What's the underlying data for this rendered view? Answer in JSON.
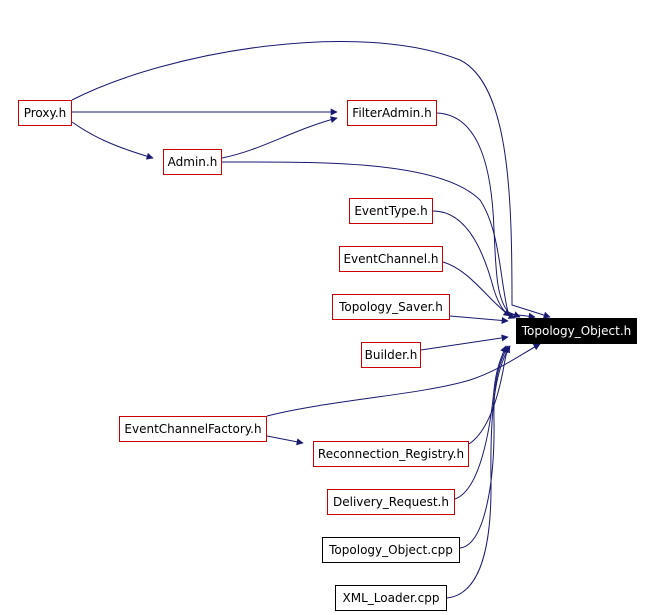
{
  "diagram": {
    "nodes": [
      {
        "id": "proxy",
        "label": "Proxy.h",
        "kind": "linked"
      },
      {
        "id": "filteradmin",
        "label": "FilterAdmin.h",
        "kind": "linked"
      },
      {
        "id": "admin",
        "label": "Admin.h",
        "kind": "linked"
      },
      {
        "id": "eventtype",
        "label": "EventType.h",
        "kind": "linked"
      },
      {
        "id": "eventchannel",
        "label": "EventChannel.h",
        "kind": "linked"
      },
      {
        "id": "topology_saver",
        "label": "Topology_Saver.h",
        "kind": "linked"
      },
      {
        "id": "builder",
        "label": "Builder.h",
        "kind": "linked"
      },
      {
        "id": "eventchannelfactory",
        "label": "EventChannelFactory.h",
        "kind": "linked"
      },
      {
        "id": "reconnection_registry",
        "label": "Reconnection_Registry.h",
        "kind": "linked"
      },
      {
        "id": "delivery_request",
        "label": "Delivery_Request.h",
        "kind": "linked"
      },
      {
        "id": "topology_object_cpp",
        "label": "Topology_Object.cpp",
        "kind": "plain"
      },
      {
        "id": "xml_loader",
        "label": "XML_Loader.cpp",
        "kind": "plain"
      },
      {
        "id": "topology_object_h",
        "label": "Topology_Object.h",
        "kind": "target"
      }
    ],
    "edges": [
      {
        "from": "proxy",
        "to": "filteradmin"
      },
      {
        "from": "proxy",
        "to": "admin"
      },
      {
        "from": "proxy",
        "to": "topology_object_h"
      },
      {
        "from": "admin",
        "to": "filteradmin"
      },
      {
        "from": "admin",
        "to": "topology_object_h"
      },
      {
        "from": "filteradmin",
        "to": "topology_object_h"
      },
      {
        "from": "eventtype",
        "to": "topology_object_h"
      },
      {
        "from": "eventchannel",
        "to": "topology_object_h"
      },
      {
        "from": "topology_saver",
        "to": "topology_object_h"
      },
      {
        "from": "builder",
        "to": "topology_object_h"
      },
      {
        "from": "eventchannelfactory",
        "to": "topology_object_h"
      },
      {
        "from": "eventchannelfactory",
        "to": "reconnection_registry"
      },
      {
        "from": "reconnection_registry",
        "to": "topology_object_h"
      },
      {
        "from": "delivery_request",
        "to": "topology_object_h"
      },
      {
        "from": "topology_object_cpp",
        "to": "topology_object_h"
      },
      {
        "from": "xml_loader",
        "to": "topology_object_h"
      }
    ],
    "colors": {
      "edge": "#191970",
      "node_border": "#cc0000",
      "plain_border": "#000000",
      "target_fill": "#000000",
      "target_text": "#ffffff"
    }
  }
}
